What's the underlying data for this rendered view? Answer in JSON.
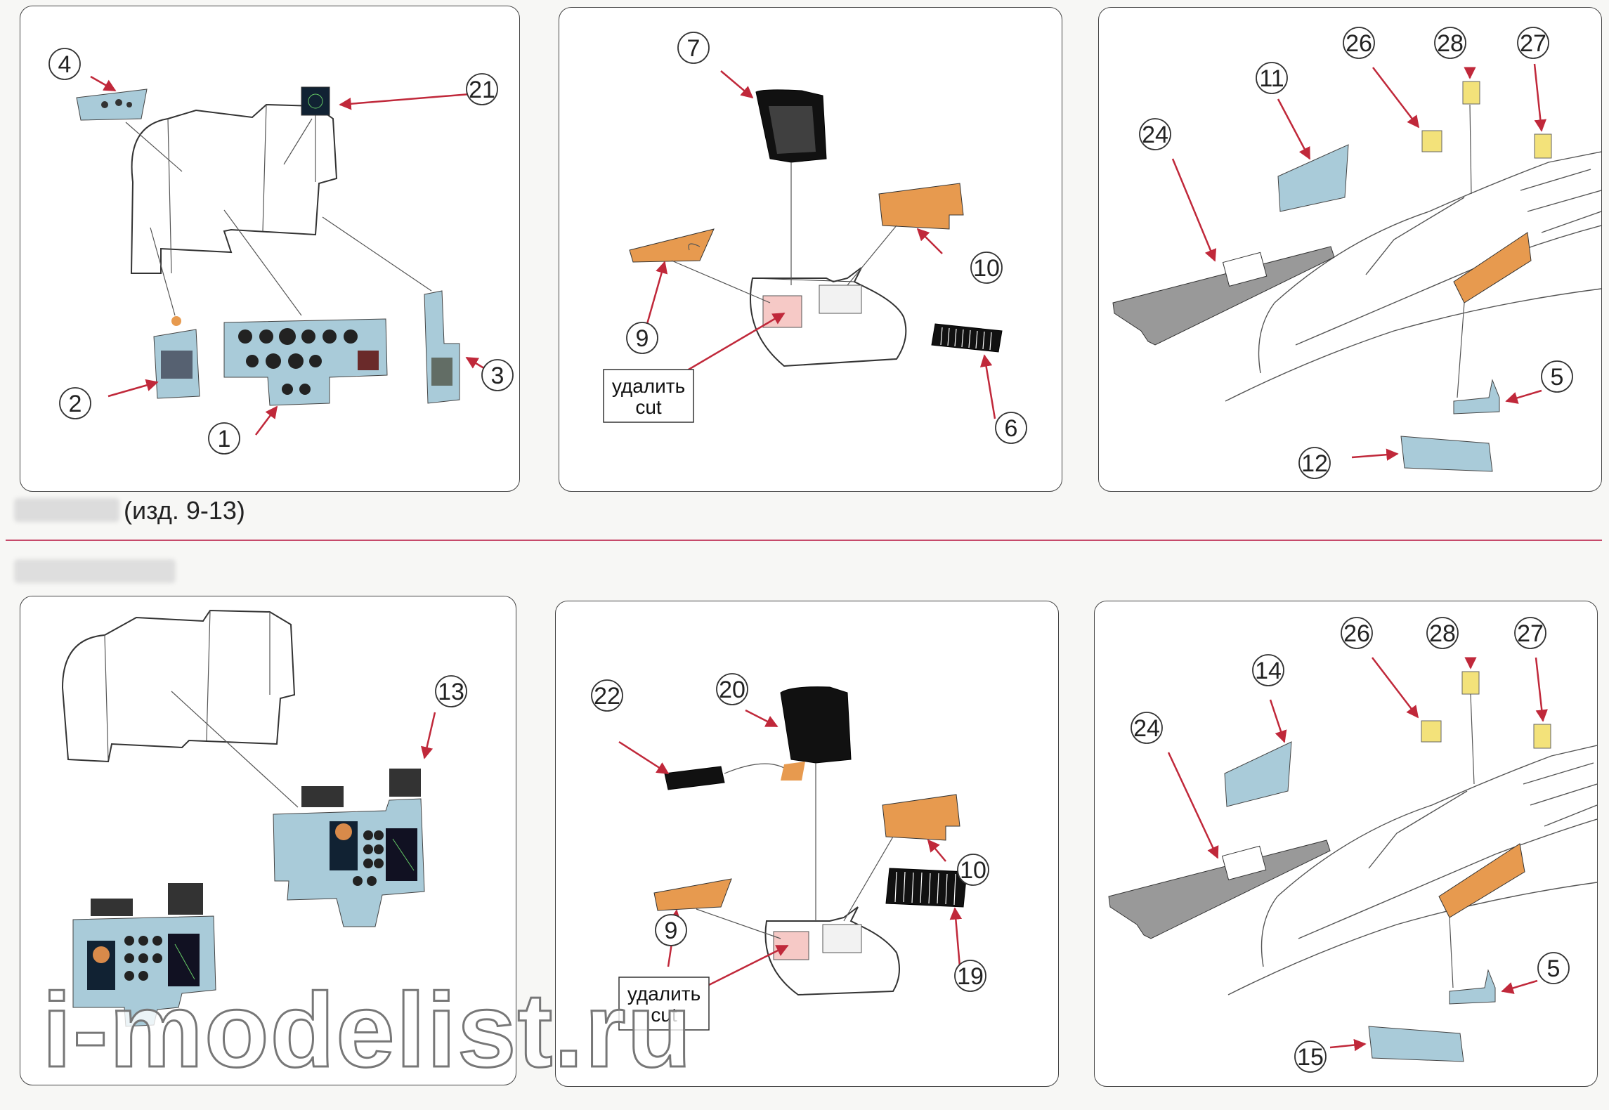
{
  "top_caption": "(изд. 9-13)",
  "cut_label": {
    "ru": "удалить",
    "en": "cut"
  },
  "watermark": "i-modelist.ru",
  "colors": {
    "panel_blue": "#a9cbd9",
    "resin_orange": "#e79a4f",
    "etch_grey": "#999999",
    "decal_yellow": "#f3e27a",
    "arrow_red": "#c0283a"
  },
  "row1": {
    "p1": {
      "c4": "4",
      "c21": "21",
      "c2": "2",
      "c1": "1",
      "c3": "3"
    },
    "p2": {
      "c7": "7",
      "c9": "9",
      "c10": "10",
      "c6": "6"
    },
    "p3": {
      "c11": "11",
      "c26": "26",
      "c28": "28",
      "c27": "27",
      "c24": "24",
      "c5": "5",
      "c12": "12"
    }
  },
  "row2": {
    "p1": {
      "c13": "13"
    },
    "p2": {
      "c22": "22",
      "c20": "20",
      "c9": "9",
      "c10": "10",
      "c19": "19"
    },
    "p3": {
      "c14": "14",
      "c26": "26",
      "c28": "28",
      "c27": "27",
      "c24": "24",
      "c5": "5",
      "c15": "15"
    }
  }
}
